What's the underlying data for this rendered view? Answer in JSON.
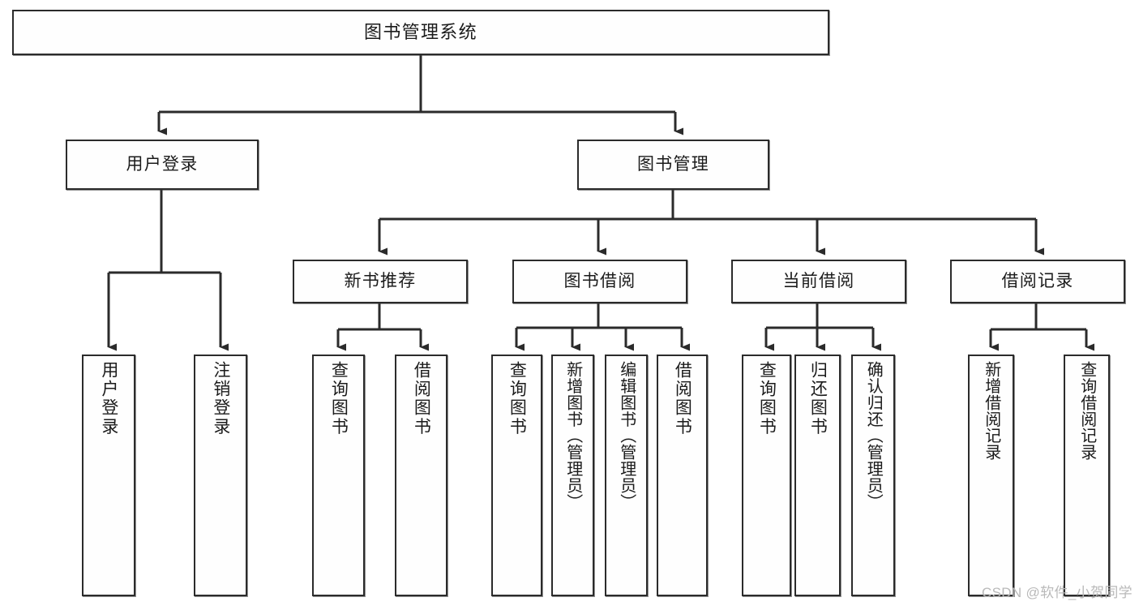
{
  "diagram": {
    "title": "图书管理系统",
    "type": "tree-hierarchy",
    "background_color": "#ffffff",
    "box_border_color": "#2b2b2b",
    "box_fill_color": "#fefefe",
    "connector_color": "#2b2b2b",
    "watermark": "CSDN @软件_小贺同学",
    "nodes": {
      "root": {
        "label": "图书管理系统"
      },
      "user_login": {
        "label": "用户登录"
      },
      "book_manage": {
        "label": "图书管理"
      },
      "new_book_rec": {
        "label": "新书推荐"
      },
      "book_borrow": {
        "label": "图书借阅"
      },
      "current_borrow": {
        "label": "当前借阅"
      },
      "borrow_record": {
        "label": "借阅记录"
      },
      "leaf_user_login": {
        "label": "用户登录"
      },
      "leaf_logout": {
        "label": "注销登录"
      },
      "leaf_query_book_1": {
        "label": "查询图书"
      },
      "leaf_borrow_book_1": {
        "label": "借阅图书"
      },
      "leaf_query_book_2": {
        "label": "查询图书"
      },
      "leaf_add_book": {
        "label": "新增图书（管理员）"
      },
      "leaf_edit_book": {
        "label": "编辑图书（管理员）"
      },
      "leaf_borrow_book_2": {
        "label": "借阅图书"
      },
      "leaf_query_book_3": {
        "label": "查询图书"
      },
      "leaf_return_book": {
        "label": "归还图书"
      },
      "leaf_confirm_return": {
        "label": "确认归还（管理员）"
      },
      "leaf_add_record": {
        "label": "新增借阅记录"
      },
      "leaf_query_record": {
        "label": "查询借阅记录"
      }
    },
    "hierarchy": {
      "level_1": [
        "用户登录",
        "图书管理"
      ],
      "level_2_under_book_manage": [
        "新书推荐",
        "图书借阅",
        "当前借阅",
        "借阅记录"
      ],
      "leaves_under_user_login": [
        "用户登录",
        "注销登录"
      ],
      "leaves_under_new_book_rec": [
        "查询图书",
        "借阅图书"
      ],
      "leaves_under_book_borrow": [
        "查询图书",
        "新增图书（管理员）",
        "编辑图书（管理员）",
        "借阅图书"
      ],
      "leaves_under_current_borrow": [
        "查询图书",
        "归还图书",
        "确认归还（管理员）"
      ],
      "leaves_under_borrow_record": [
        "新增借阅记录",
        "查询借阅记录"
      ]
    }
  }
}
